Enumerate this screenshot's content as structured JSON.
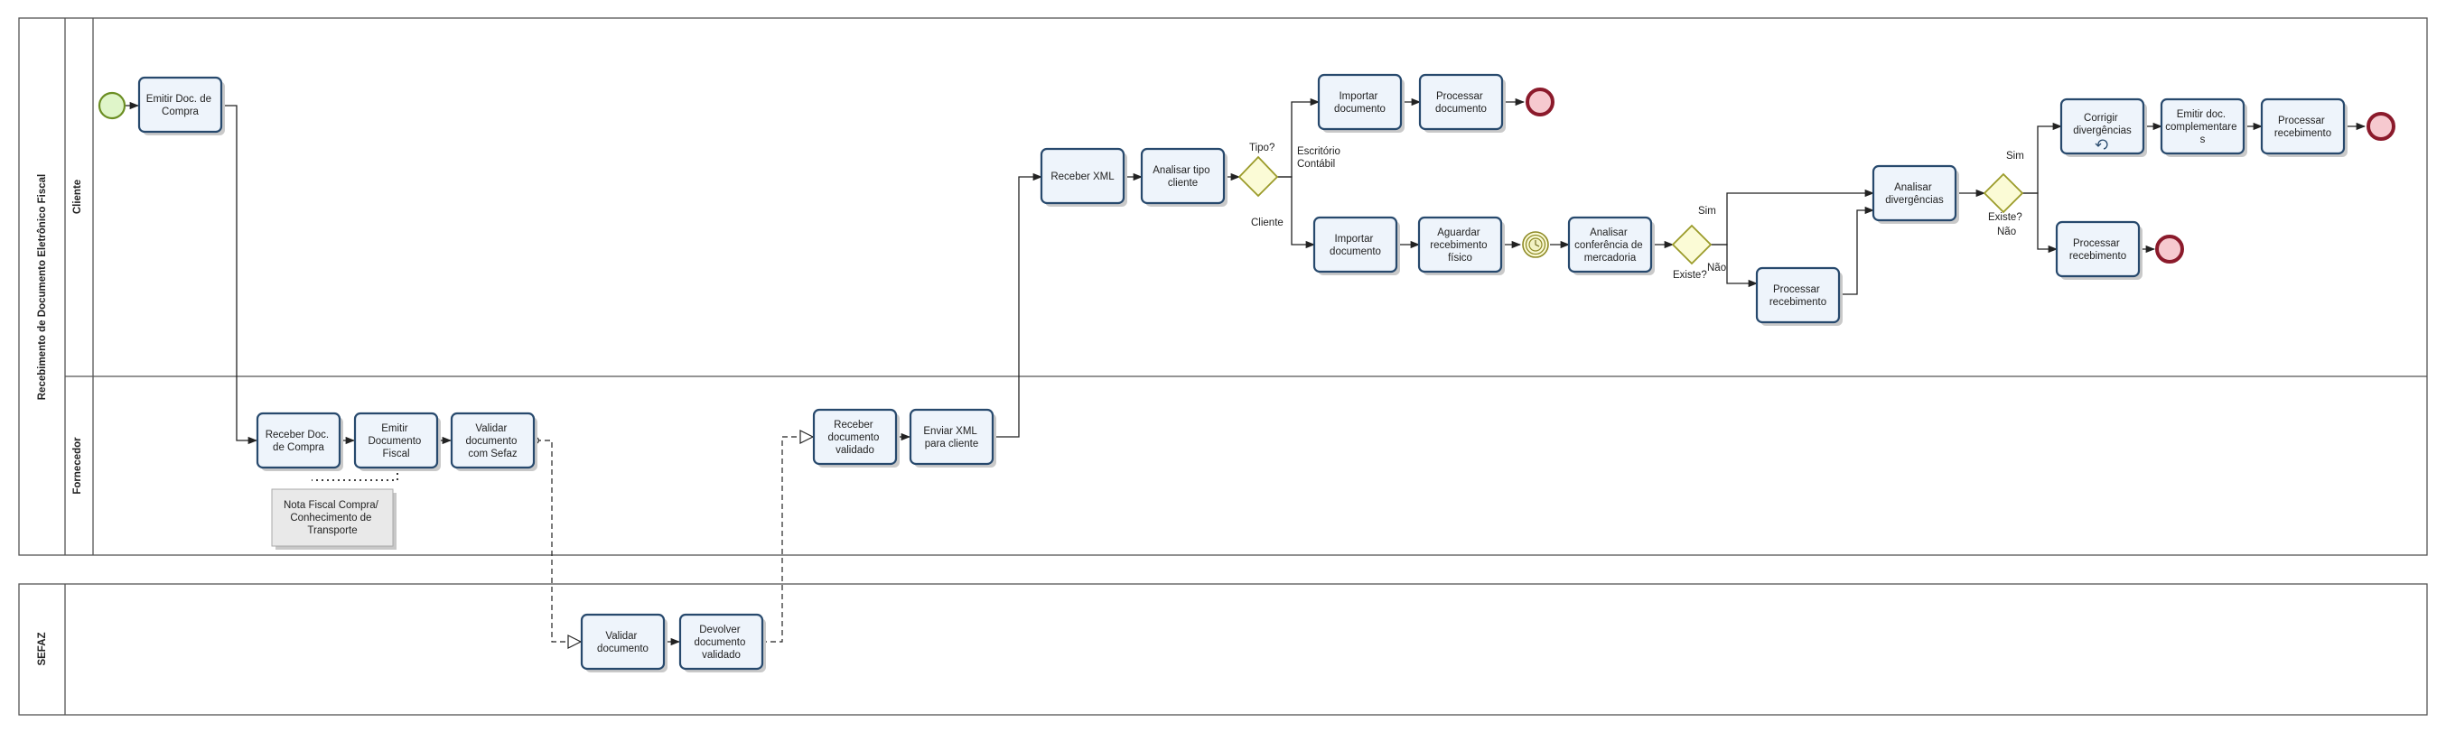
{
  "pools": {
    "main": {
      "title": "Recebimento de Documento Eletrônico Fiscal"
    },
    "sefaz": {
      "title": "SEFAZ"
    }
  },
  "lanes": {
    "cliente": "Cliente",
    "fornecedor": "Fornecedor"
  },
  "tasks": {
    "emitir_doc_compra": [
      "Emitir Doc. de",
      "Compra"
    ],
    "receber_doc_compra": [
      "Receber Doc.",
      "de Compra"
    ],
    "emitir_documento_fiscal": [
      "Emitir",
      "Documento",
      "Fiscal"
    ],
    "validar_documento_sefaz": [
      "Validar",
      "documento",
      "com Sefaz"
    ],
    "receber_documento_validado": [
      "Receber",
      "documento",
      "validado"
    ],
    "enviar_xml": [
      "Enviar XML",
      "para cliente"
    ],
    "receber_xml": [
      "Receber XML"
    ],
    "analisar_tipo_cliente": [
      "Analisar tipo",
      "cliente"
    ],
    "importar_documento_escritorio": [
      "Importar",
      "documento"
    ],
    "processar_documento": [
      "Processar",
      "documento"
    ],
    "importar_documento_cliente": [
      "Importar",
      "documento"
    ],
    "aguardar_recebimento": [
      "Aguardar",
      "recebimento",
      "físico"
    ],
    "analisar_conferencia": [
      "Analisar",
      "conferência de",
      "mercadoria"
    ],
    "processar_recebimento_nao": [
      "Processar",
      "recebimento"
    ],
    "analisar_divergencias": [
      "Analisar",
      "divergências"
    ],
    "corrigir_divergencias": [
      "Corrigir",
      "divergências"
    ],
    "emitir_doc_complementar": [
      "Emitir doc.",
      "complementare",
      "s"
    ],
    "processar_recebimento_final": [
      "Processar",
      "recebimento"
    ],
    "processar_recebimento_sem": [
      "Processar",
      "recebimento"
    ],
    "validar_documento": [
      "Validar",
      "documento"
    ],
    "devolver_documento": [
      "Devolver",
      "documento",
      "validado"
    ]
  },
  "note": [
    "Nota Fiscal Compra/",
    "Conhecimento de",
    "Transporte"
  ],
  "labels": {
    "tipo": "Tipo?",
    "escritorio": [
      "Escritório",
      "Contábil"
    ],
    "cliente": "Cliente",
    "existe1": "Existe?",
    "sim1": "Sim",
    "nao1": "Não",
    "existe2": "Existe?",
    "sim2": "Sim",
    "nao2": "Não"
  },
  "colors": {
    "task_fill": "#eef4fb",
    "task_border": "#27496d",
    "start_event": "#dff5c9",
    "end_event": "#f6c9cf",
    "gateway": "#fbfbd6"
  }
}
